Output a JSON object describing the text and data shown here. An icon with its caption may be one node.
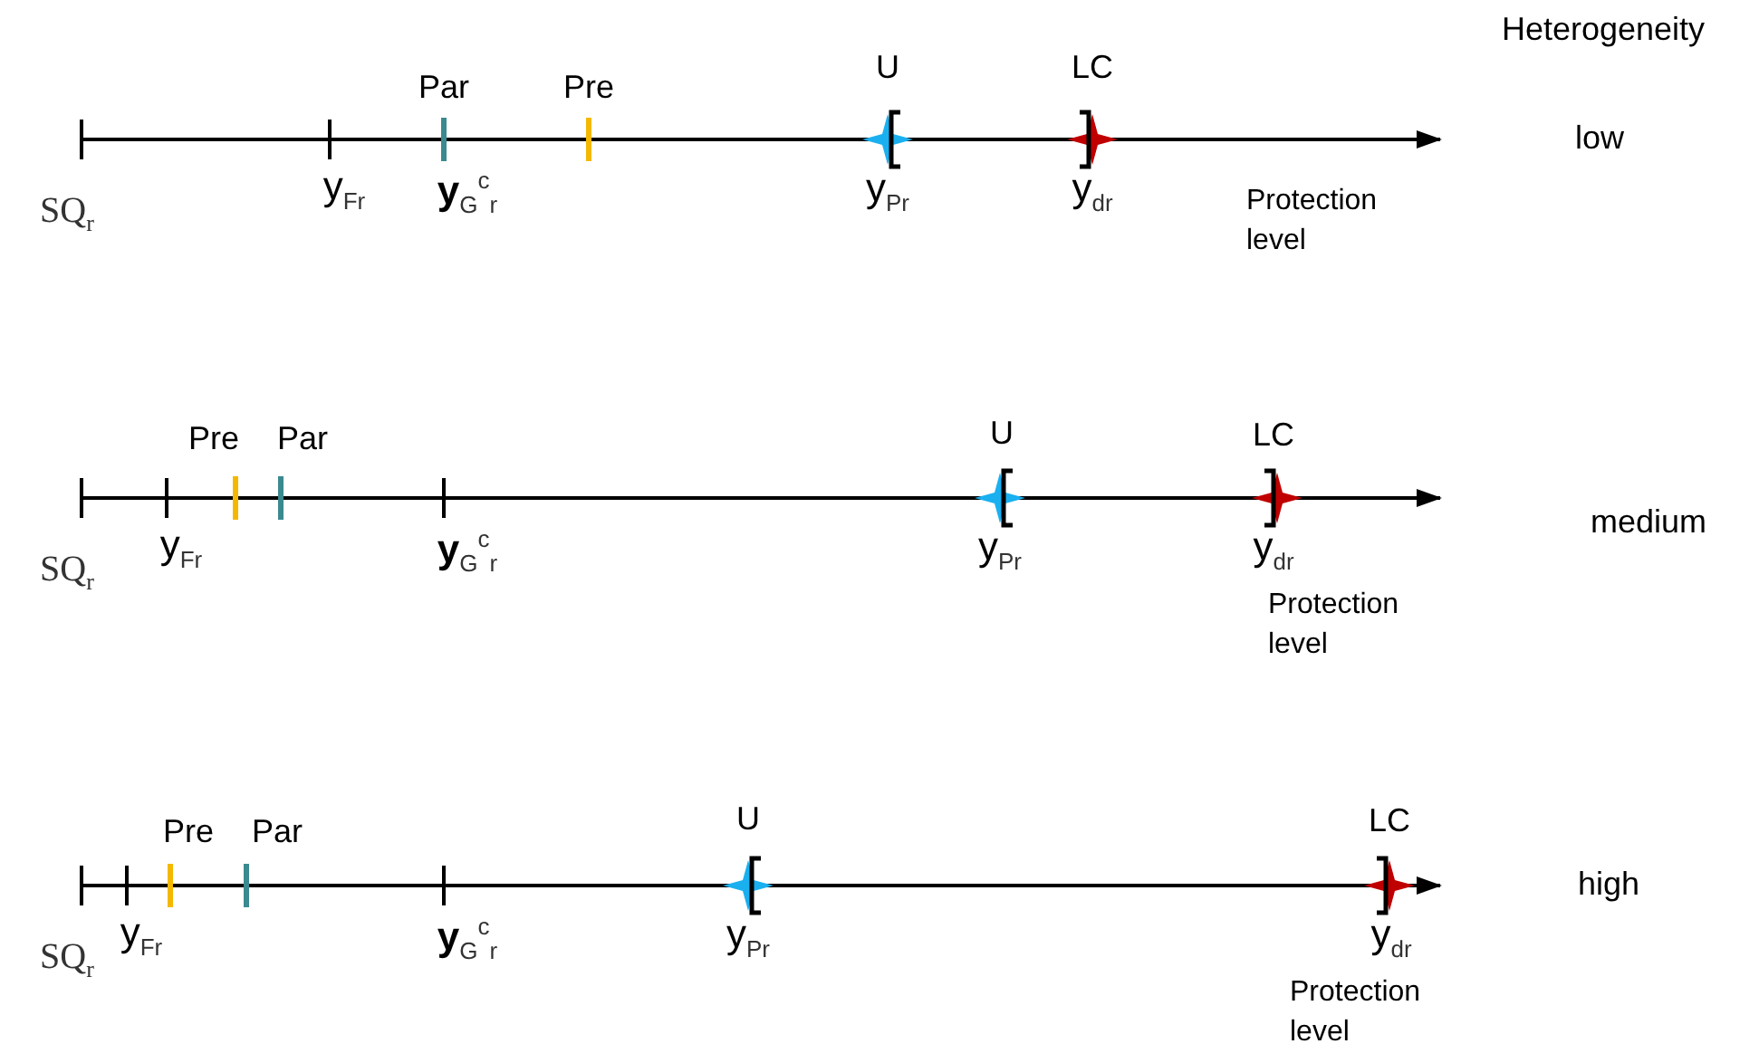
{
  "diagram": {
    "labels": [
      "Heterogeneity",
      "Par",
      "Pre",
      "U",
      "LC",
      "low",
      "SQ$_{r}$",
      "y$_{Fr}$",
      "**y**$_{G}$$^{c}$$_{r}$",
      "y$_{Pr}$",
      "y$_{dr}$",
      "Protection level",
      "Pre",
      "Par",
      "U",
      "LC",
      "medium",
      "SQ$_{r}$",
      "y$_{Fr}$",
      "**y**$_{G}$$^{c}$$_{r}$",
      "y$_{Pr}$",
      "y$_{dr}$",
      "Protection level",
      "Pre",
      "Par",
      "U",
      "LC",
      "high",
      "SQ$_{r}$",
      "y$_{Fr}$",
      "**y**$_{G}$$^{c}$$_{r}$",
      "y$_{Pr}$",
      "y$_{dr}$",
      "Protection level"
    ]
  }
}
